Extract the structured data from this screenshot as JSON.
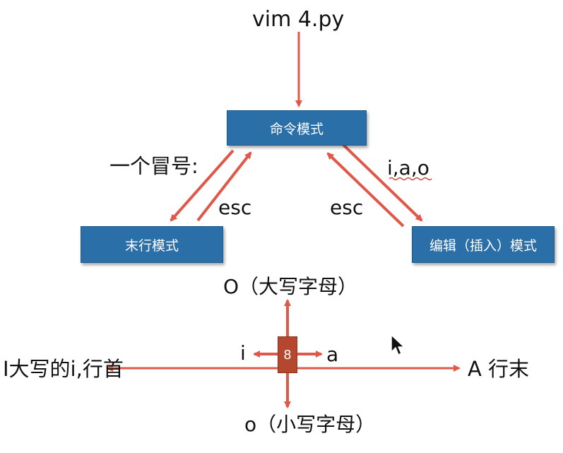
{
  "colors": {
    "mode_box_bg": "#2a6fa8",
    "arrow": "#e0584a",
    "center_box_bg": "#b5472e",
    "text": "#111111"
  },
  "title": "vim 4.py",
  "modes": {
    "command": "命令模式",
    "last_line": "末行模式",
    "edit_insert": "编辑（插入）模式"
  },
  "transitions": {
    "to_last_line": "一个冒号:",
    "last_line_to_command": "esc",
    "to_insert": "i,a,o",
    "insert_to_command": "esc"
  },
  "insert_keys": {
    "center_key": "8",
    "up": "O（大写字母）",
    "down": "o（小写字母）",
    "left_near": "i",
    "left_far": "I大写的i,行首",
    "right_near": "a",
    "right_far": "A 行末"
  },
  "icons": {
    "cursor": "mouse-pointer-icon"
  }
}
